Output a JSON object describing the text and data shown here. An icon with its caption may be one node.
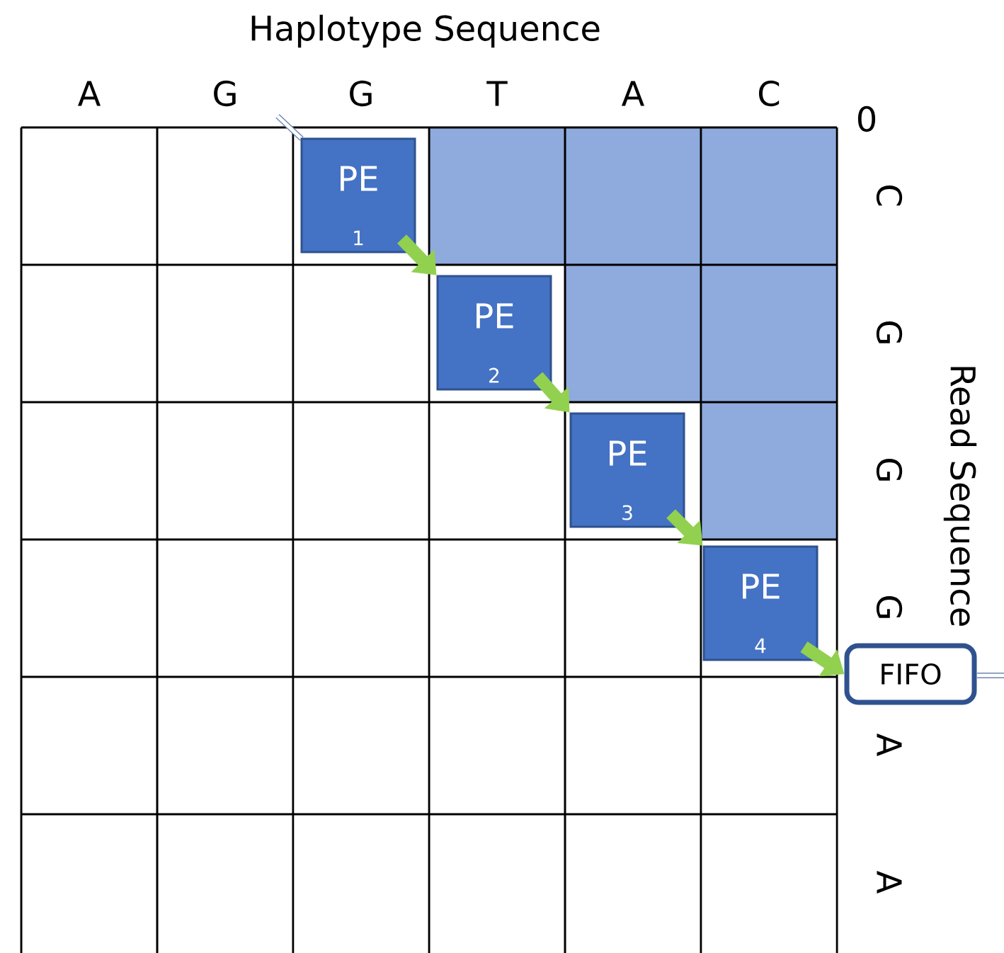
{
  "diagram": {
    "nodes": [
      {
        "text": [
          "PE",
          "1"
        ]
      },
      {
        "text": [
          "PE",
          "2"
        ]
      },
      {
        "text": [
          "PE",
          "3"
        ]
      },
      {
        "text": [
          "PE",
          "4"
        ]
      },
      {
        "text": [
          "FIFO"
        ]
      }
    ],
    "edges": [
      {
        "from": 0,
        "to": 1,
        "arrow": "to"
      },
      {
        "from": 1,
        "to": 2,
        "arrow": "to"
      },
      {
        "from": 2,
        "to": 3,
        "arrow": "to"
      },
      {
        "from": 3,
        "to": 4,
        "arrow": "to"
      }
    ],
    "labels": [
      "Haplotype Sequence",
      "A",
      "G",
      "G",
      "T",
      "A",
      "C",
      "0",
      "C",
      "G",
      "G",
      "G",
      "A",
      "A",
      "Read Sequence"
    ]
  }
}
